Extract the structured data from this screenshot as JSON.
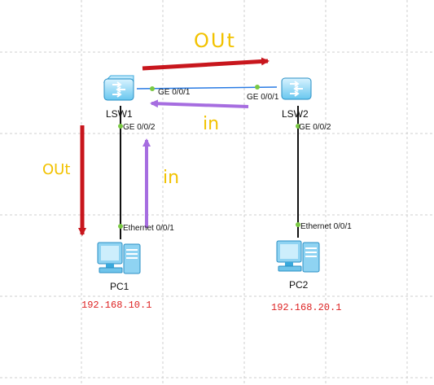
{
  "devices": {
    "lsw1": {
      "label": "LSW1"
    },
    "lsw2": {
      "label": "LSW2"
    },
    "pc1": {
      "label": "PC1",
      "ip": "192.168.10.1"
    },
    "pc2": {
      "label": "PC2",
      "ip": "192.168.20.1"
    }
  },
  "ports": {
    "lsw1_uplink": "GE 0/0/1",
    "lsw2_uplink": "GE 0/0/1",
    "lsw1_down": "GE 0/0/2",
    "lsw2_down": "GE 0/0/2",
    "pc1_eth": "Ethernet 0/0/1",
    "pc2_eth": "Ethernet 0/0/1"
  },
  "annotations": {
    "out_top": "OUt",
    "in_top": "in",
    "out_left": "OUt",
    "in_left": "in"
  },
  "colors": {
    "out_arrow": "#c8161d",
    "in_arrow": "#a66de0",
    "handwriting": "#f2c200",
    "link_switch": "#2a7be4",
    "link_pc": "#111111",
    "port_dot": "#7ac943",
    "ip_text": "#dd2222"
  }
}
